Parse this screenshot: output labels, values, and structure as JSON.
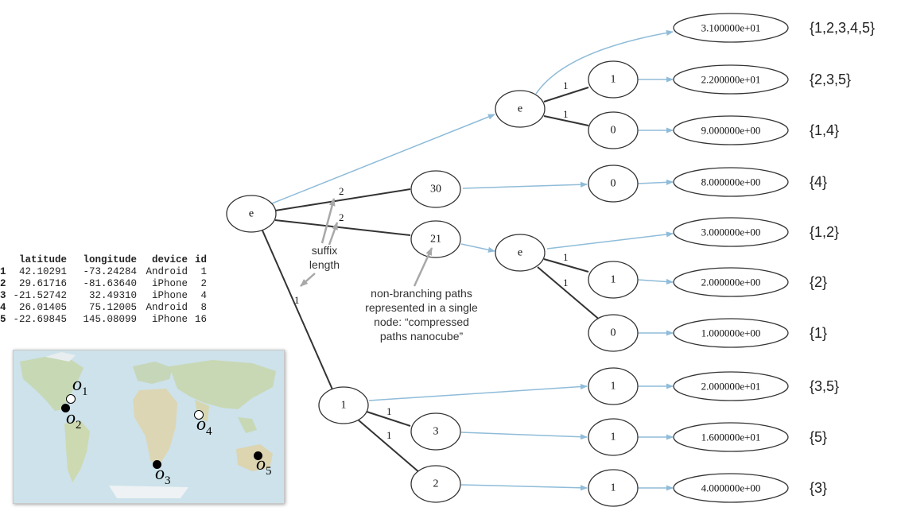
{
  "table": {
    "headers": [
      "",
      "latitude",
      "longitude",
      "device",
      "id"
    ],
    "rows": [
      {
        "num": "1",
        "lat": "42.10291",
        "lon": "-73.24284",
        "device": "Android",
        "id": "1"
      },
      {
        "num": "2",
        "lat": "29.61716",
        "lon": "-81.63640",
        "device": "iPhone",
        "id": "2"
      },
      {
        "num": "3",
        "lat": "-21.52742",
        "lon": "32.49310",
        "device": "iPhone",
        "id": "4"
      },
      {
        "num": "4",
        "lat": "26.01405",
        "lon": "75.12005",
        "device": "Android",
        "id": "8"
      },
      {
        "num": "5",
        "lat": "-22.69845",
        "lon": "145.08099",
        "device": "iPhone",
        "id": "16"
      }
    ]
  },
  "map": {
    "points": [
      {
        "base": "o",
        "sub": "1",
        "filled": false
      },
      {
        "base": "o",
        "sub": "2",
        "filled": true
      },
      {
        "base": "o",
        "sub": "3",
        "filled": true
      },
      {
        "base": "o",
        "sub": "4",
        "filled": false
      },
      {
        "base": "o",
        "sub": "5",
        "filled": true
      }
    ]
  },
  "tree": {
    "nodes": {
      "root": "e",
      "top_e": "e",
      "n30": "30",
      "n21": "21",
      "mid_e": "e",
      "n1_low": "1",
      "n3": "3",
      "n2": "2",
      "top_1": "1",
      "top_0": "0",
      "n30_0": "0",
      "mid_1": "1",
      "mid_0": "0",
      "low_1a": "1",
      "low_1b": "1",
      "low_1c": "1"
    },
    "edge_labels": {
      "root_n30": "2",
      "root_n21": "2",
      "root_n1": "1",
      "tope_1": "1",
      "tope_0": "1",
      "mide_1": "1",
      "mide_0": "1",
      "n1_3": "1",
      "n1_2": "1"
    },
    "leaves": [
      {
        "value": "3.100000e+01",
        "set": "{1,2,3,4,5}"
      },
      {
        "value": "2.200000e+01",
        "set": "{2,3,5}"
      },
      {
        "value": "9.000000e+00",
        "set": "{1,4}"
      },
      {
        "value": "8.000000e+00",
        "set": "{4}"
      },
      {
        "value": "3.000000e+00",
        "set": "{1,2}"
      },
      {
        "value": "2.000000e+00",
        "set": "{2}"
      },
      {
        "value": "1.000000e+00",
        "set": "{1}"
      },
      {
        "value": "2.000000e+01",
        "set": "{3,5}"
      },
      {
        "value": "1.600000e+01",
        "set": "{5}"
      },
      {
        "value": "4.000000e+00",
        "set": "{3}"
      }
    ]
  },
  "annotations": {
    "suffix_line1": "suffix",
    "suffix_line2": "length",
    "nonbranch_line1": "non-branching paths",
    "nonbranch_line2": "represented in a single",
    "nonbranch_line3": "node: “compressed",
    "nonbranch_line4": "paths nanocube”"
  },
  "colors": {
    "blue_edge": "#8fbcd9",
    "dark_edge": "#333333",
    "gray_arrow": "#a8a8a8"
  }
}
